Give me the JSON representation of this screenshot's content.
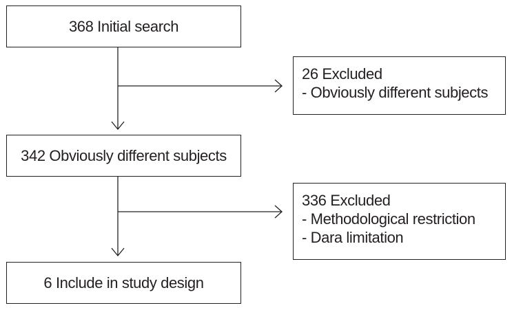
{
  "flow": {
    "step1": "368 Initial search",
    "step2": "342 Obviously different subjects",
    "step3": "6 Include in study design",
    "exclusion1": {
      "title": "26 Excluded",
      "reasons": [
        "- Obviously different subjects"
      ]
    },
    "exclusion2": {
      "title": "336 Excluded",
      "reasons": [
        "- Methodological restriction",
        "- Dara limitation"
      ]
    }
  }
}
